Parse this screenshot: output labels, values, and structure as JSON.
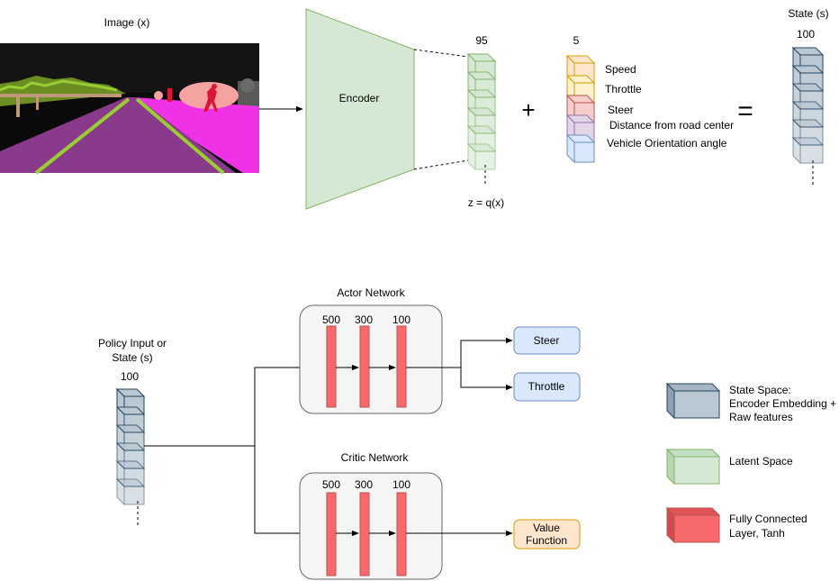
{
  "colors": {
    "encoder_fill": "#d5e8d4",
    "latent_fill": "#d5e8d4",
    "latent_stroke": "#82b366",
    "state_fill": "#bac8d3",
    "state_stroke": "#23445d",
    "fc_fill": "#f8696b",
    "fc_stroke": "#b85450",
    "output_fill": "#dae8fc",
    "output_stroke": "#6c8ebf",
    "value_fill": "#ffe6cc",
    "value_stroke": "#d79b00",
    "network_box_fill": "#f5f5f5",
    "network_box_stroke": "#666666",
    "speed_fill": "#ffe6cc",
    "speed_stroke": "#d79b00",
    "throttle_fill": "#fff2cc",
    "steer_fill": "#f8cecc",
    "distance_fill": "#e1d5e7",
    "orientation_fill": "#dae8fc",
    "road_fill": "#8a3a8a",
    "sidewalk_fill": "#f032e6",
    "person_fill": "#dc143c",
    "vegetation_fill": "#6b8e23"
  },
  "top": {
    "image_label": "Image (x)",
    "encoder_label": "Encoder",
    "latent_size": "95",
    "latent_caption": "z = q(x)",
    "plus": "+",
    "features_size": "5",
    "features": [
      "Speed",
      "Throttle",
      "Steer",
      "Distance from road center",
      "Vehicle Orientation angle"
    ],
    "equals": "=",
    "state_label": "State (s)",
    "state_size": "100"
  },
  "bottom": {
    "policy_label_line1": "Policy Input or",
    "policy_label_line2": "State (s)",
    "policy_size": "100",
    "actor_title": "Actor Network",
    "critic_title": "Critic Network",
    "layer_sizes": [
      "500",
      "300",
      "100"
    ],
    "actor_outputs": [
      "Steer",
      "Throttle"
    ],
    "critic_output_line1": "Value",
    "critic_output_line2": "Function"
  },
  "legend": {
    "state_space_line1": "State Space:",
    "state_space_line2": "Encoder Embedding +",
    "state_space_line3": "Raw features",
    "latent_space": "Latent Space",
    "fc_line1": "Fully Connected",
    "fc_line2": "Layer, Tanh"
  }
}
